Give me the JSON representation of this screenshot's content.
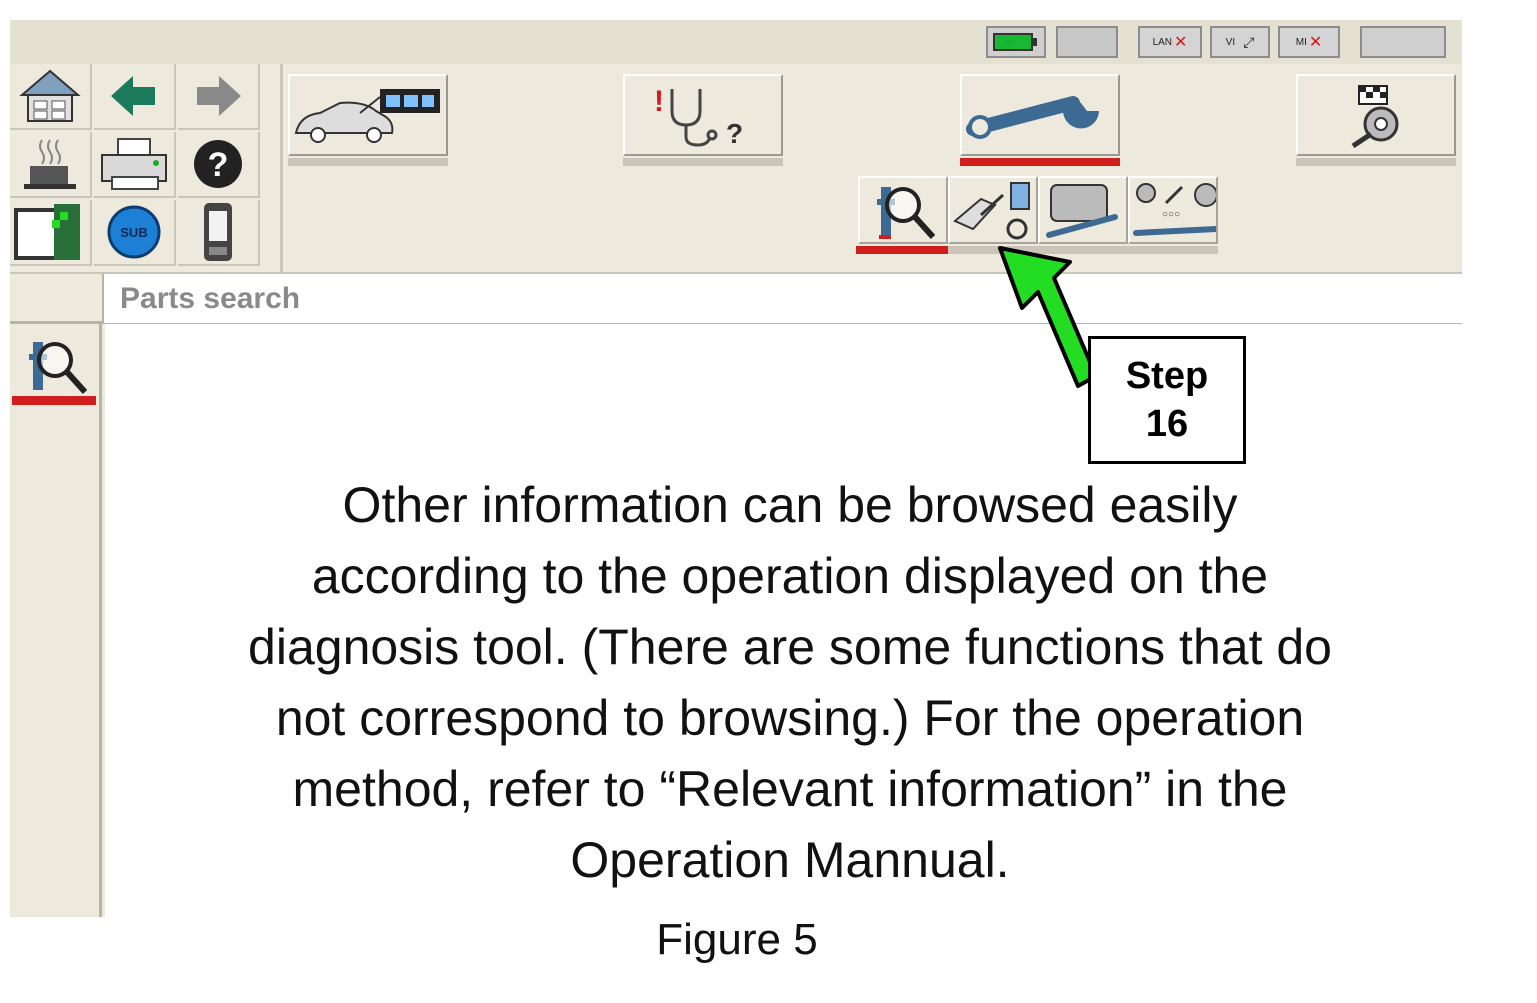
{
  "status_bar": {
    "items": [
      {
        "name": "vi-battery-indicator",
        "label": "VI"
      },
      {
        "name": "blank-indicator",
        "label": ""
      },
      {
        "name": "lan-indicator",
        "label": "LAN"
      },
      {
        "name": "vi-indicator",
        "label": "VI"
      },
      {
        "name": "mi-indicator",
        "label": "MI"
      },
      {
        "name": "blank-indicator-2",
        "label": ""
      }
    ]
  },
  "toolbar": {
    "grid_icons": [
      "home-icon",
      "back-arrow-icon",
      "forward-arrow-icon",
      "coffee-cup-icon",
      "printer-icon",
      "help-icon",
      "screen-capture-icon",
      "sub-icon",
      "handheld-device-icon"
    ],
    "sub_label": "SUB",
    "modes": [
      {
        "name": "vehicle-selection-mode",
        "icon": "car-screen-icon"
      },
      {
        "name": "diagnosis-mode",
        "icon": "stethoscope-icon"
      },
      {
        "name": "repair-mode",
        "icon": "wrench-icon",
        "selected": true
      },
      {
        "name": "maintenance-mode",
        "icon": "flags-gear-icon"
      }
    ],
    "repair_subfunctions": [
      {
        "name": "parts-search",
        "icon": "parts-search-icon",
        "selected": true
      },
      {
        "name": "replacement",
        "icon": "replacement-icon"
      },
      {
        "name": "adjustment",
        "icon": "adjustment-icon"
      },
      {
        "name": "tightening-torque",
        "icon": "torque-icon"
      }
    ]
  },
  "breadcrumb": {
    "label": "Parts search"
  },
  "callout": {
    "line1": "Step",
    "line2": "16"
  },
  "description": {
    "lines": [
      "Other information can be browsed easily",
      "according to the operation displayed on the",
      "diagnosis tool. (There are some functions that do",
      "not correspond to browsing.) For the operation",
      "method, refer to “Relevant information” in the",
      "Operation Mannual."
    ]
  },
  "caption": "Figure 5",
  "colors": {
    "accent_red": "#d01d1d",
    "arrow_green": "#22dd22",
    "panel_beige": "#ede9dd"
  }
}
